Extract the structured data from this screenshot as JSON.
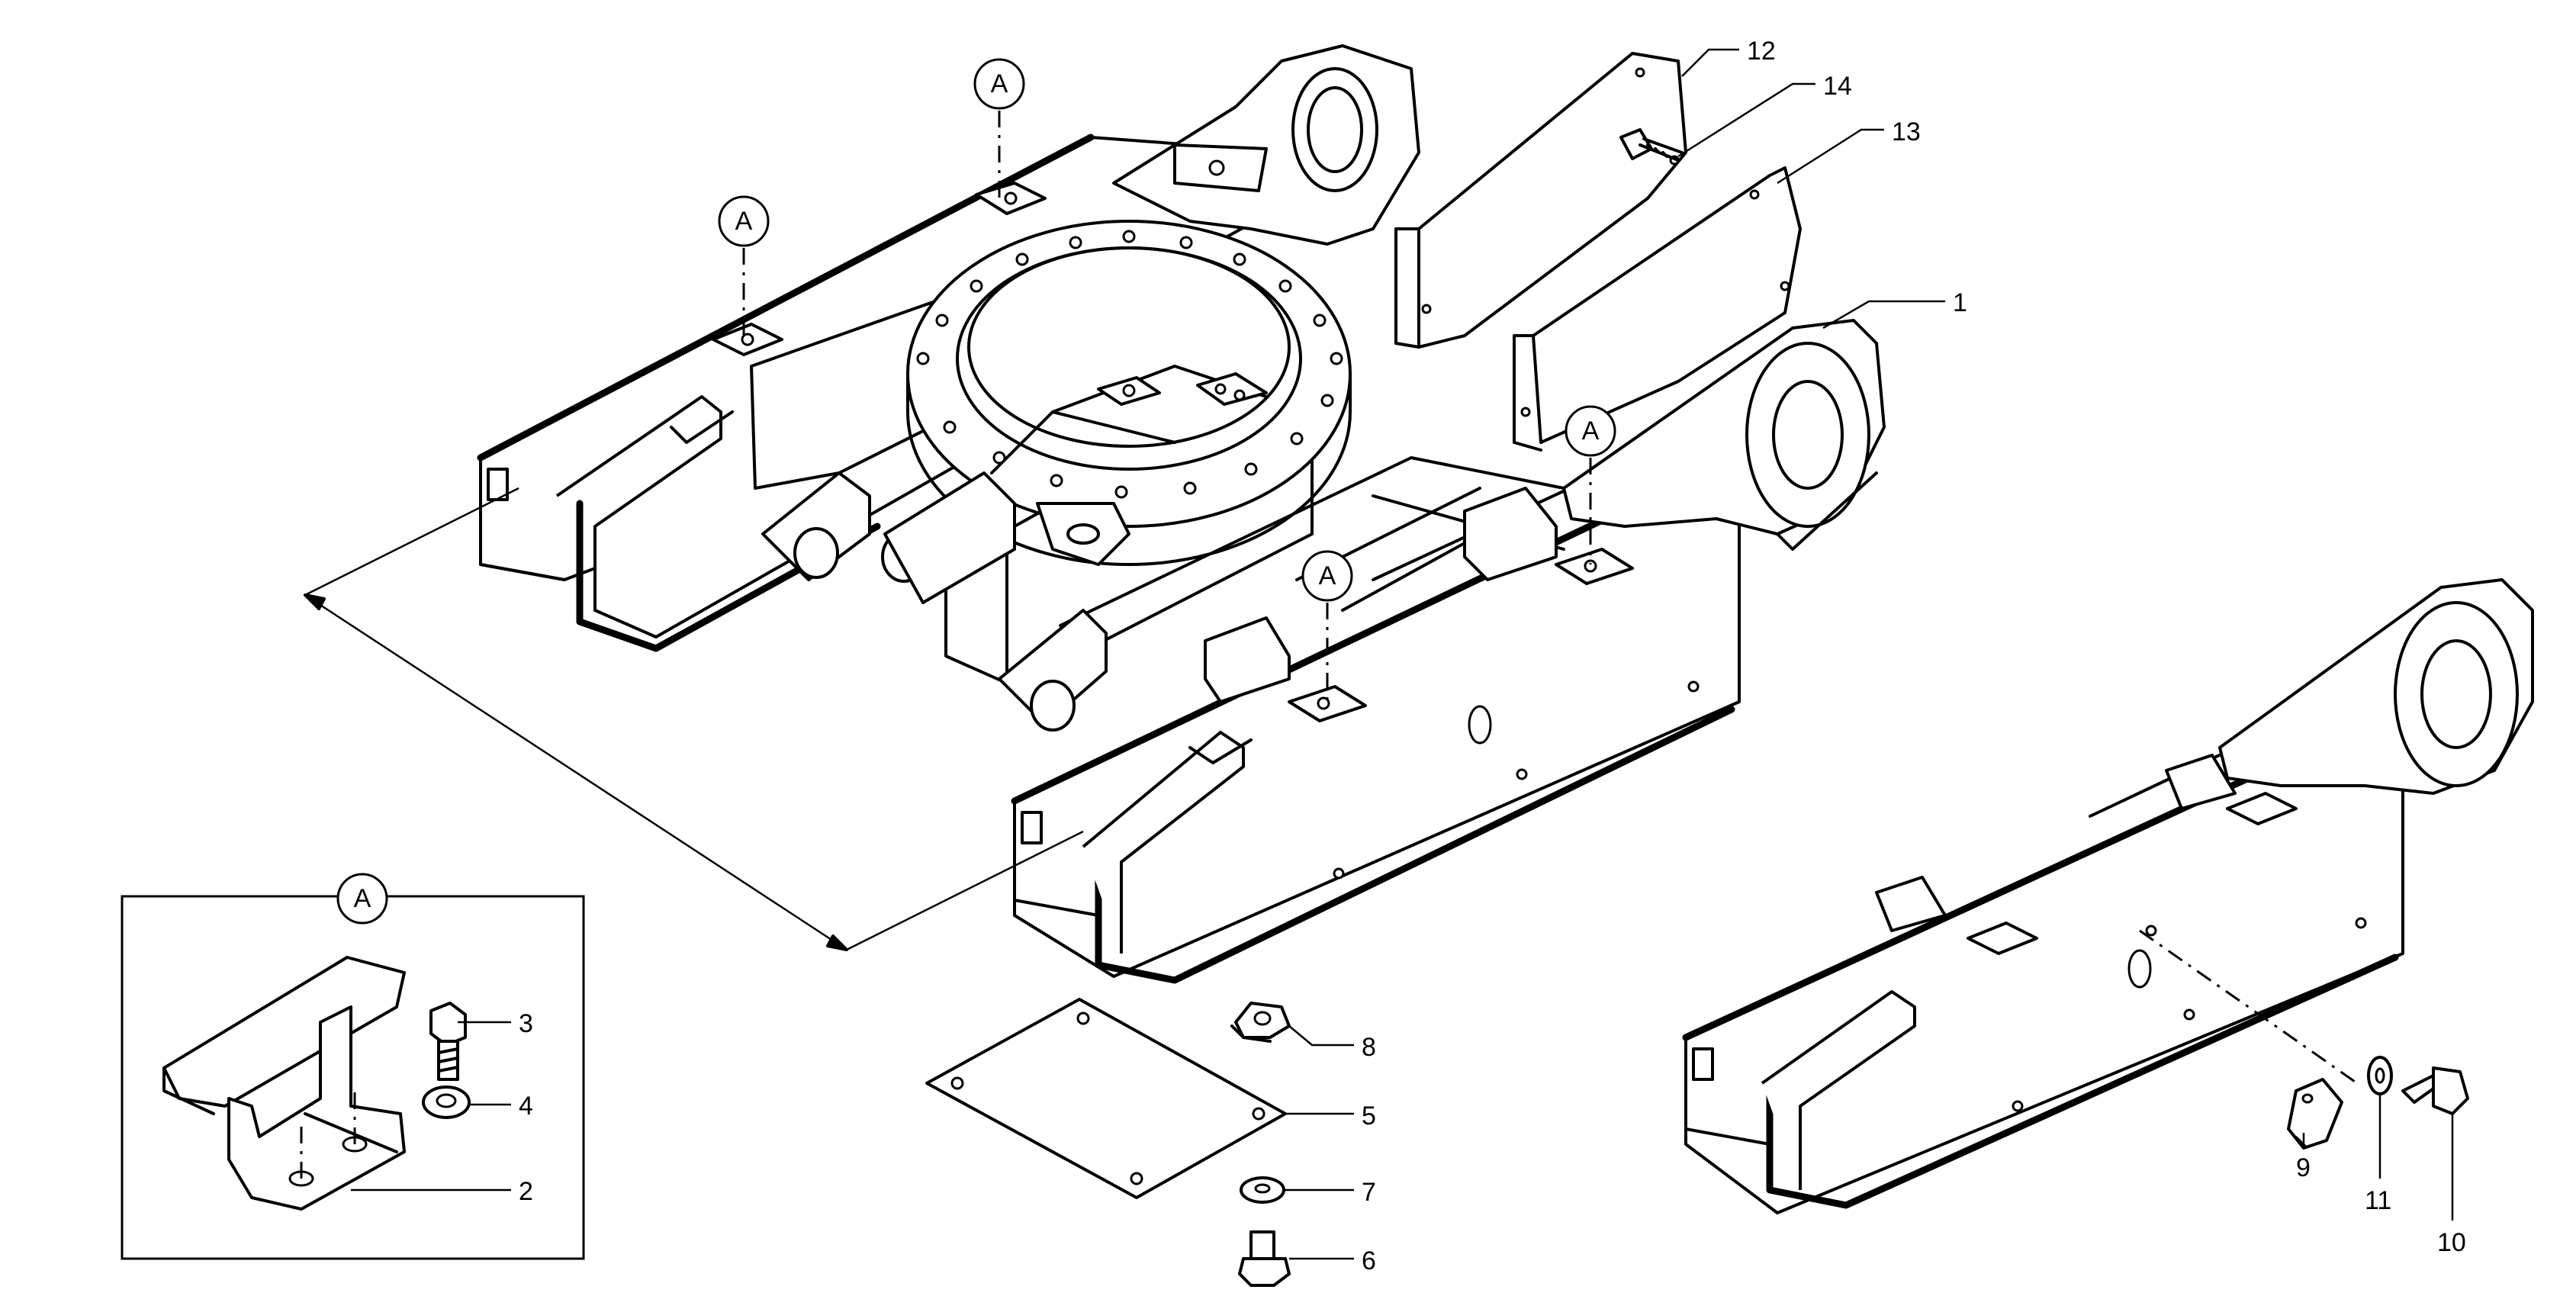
{
  "detail_marker": "A",
  "detail_box_label": "A",
  "parts": [
    "1",
    "2",
    "3",
    "4",
    "5",
    "6",
    "7",
    "8",
    "9",
    "10",
    "11",
    "12",
    "13",
    "14"
  ]
}
